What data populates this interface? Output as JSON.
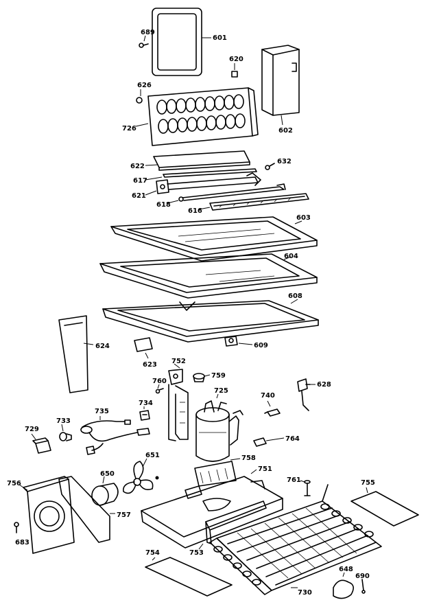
{
  "labels": {
    "l601": "601",
    "l689": "689",
    "l620": "620",
    "l602": "602",
    "l626": "626",
    "l726": "726",
    "l622": "622",
    "l632": "632",
    "l617": "617",
    "l621": "621",
    "l618": "618",
    "l616": "616",
    "l603": "603",
    "l604": "604",
    "l608": "608",
    "l624": "624",
    "l609": "609",
    "l623": "623",
    "l752": "752",
    "l759": "759",
    "l760": "760",
    "l725": "725",
    "l740": "740",
    "l628": "628",
    "l734": "734",
    "l735": "735",
    "l733": "733",
    "l729": "729",
    "l764": "764",
    "l651": "651",
    "l758": "758",
    "l751": "751",
    "l756": "756",
    "l650": "650",
    "l761": "761",
    "l755": "755",
    "l757": "757",
    "l683": "683",
    "l754": "754",
    "l753": "753",
    "l648": "648",
    "l690": "690",
    "l730": "730"
  }
}
